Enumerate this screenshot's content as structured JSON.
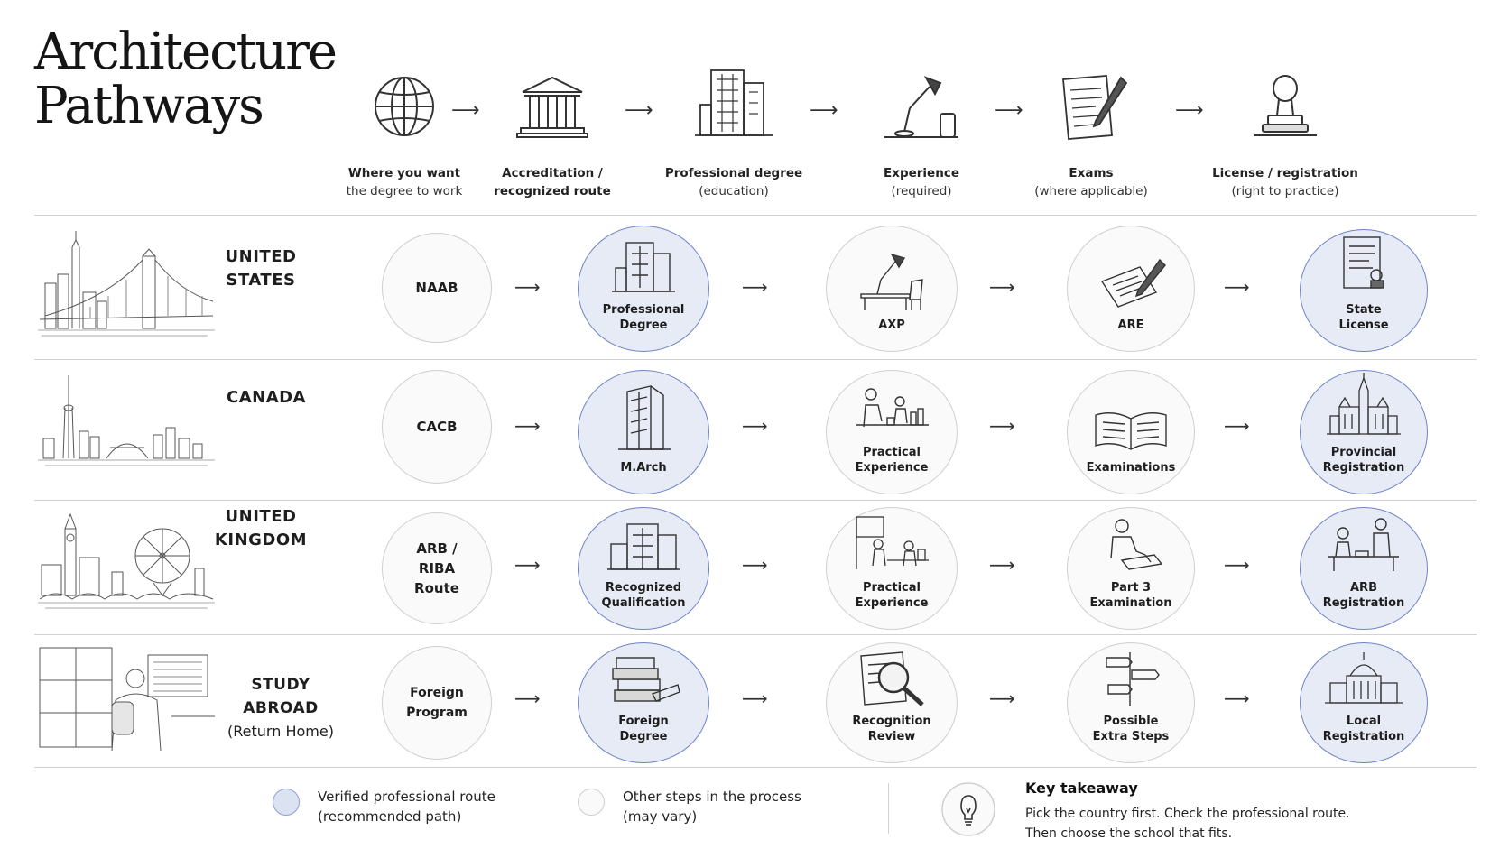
{
  "title": {
    "line1": "Architecture",
    "line2": "Pathways"
  },
  "steps": [
    {
      "icon": "globe-icon",
      "line1": "Where you want",
      "line2": "the degree to work"
    },
    {
      "icon": "classical-building-icon",
      "line1": "Accreditation /",
      "line2": "recognized route"
    },
    {
      "icon": "office-building-icon",
      "line1": "Professional degree",
      "line2": "(education)"
    },
    {
      "icon": "desk-lamp-icon",
      "line1": "Experience",
      "line2": "(required)"
    },
    {
      "icon": "exam-paper-pencil-icon",
      "line1": "Exams",
      "line2": "(where applicable)"
    },
    {
      "icon": "stamp-icon",
      "line1": "License / registration",
      "line2": "(right to practice)"
    }
  ],
  "rows": [
    {
      "country": "UNITED\nSTATES",
      "country_line1": "UNITED",
      "country_line2": "STATES",
      "art": "skyline-bridge-sketch",
      "nodes": [
        {
          "label": "NAAB",
          "verified": false
        },
        {
          "label": "Professional\nDegree",
          "l1": "Professional",
          "l2": "Degree",
          "verified": true,
          "icon": "office-building-icon"
        },
        {
          "label": "AXP",
          "l1": "AXP",
          "l2": "",
          "verified": false,
          "icon": "desk-lamp-icon"
        },
        {
          "label": "ARE",
          "l1": "ARE",
          "l2": "",
          "verified": false,
          "icon": "exam-paper-pencil-icon"
        },
        {
          "label": "State\nLicense",
          "l1": "State",
          "l2": "License",
          "verified": true,
          "icon": "certificate-stamp-icon"
        }
      ]
    },
    {
      "country_line1": "CANADA",
      "country_line2": "",
      "art": "toronto-skyline-sketch",
      "nodes": [
        {
          "label": "CACB",
          "verified": false
        },
        {
          "l1": "M.Arch",
          "l2": "",
          "verified": true,
          "icon": "office-building-icon"
        },
        {
          "l1": "Practical",
          "l2": "Experience",
          "verified": false,
          "icon": "people-working-icon"
        },
        {
          "l1": "Examinations",
          "l2": "",
          "verified": false,
          "icon": "open-book-icon"
        },
        {
          "l1": "Provincial",
          "l2": "Registration",
          "verified": true,
          "icon": "parliament-building-icon"
        }
      ]
    },
    {
      "country_line1": "UNITED",
      "country_line2": "KINGDOM",
      "art": "london-skyline-sketch",
      "nodes": [
        {
          "label": "ARB /\nRIBA\nRoute",
          "t1": "ARB /",
          "t2": "RIBA",
          "t3": "Route",
          "verified": false
        },
        {
          "l1": "Recognized",
          "l2": "Qualification",
          "verified": true,
          "icon": "office-building-icon"
        },
        {
          "l1": "Practical",
          "l2": "Experience",
          "verified": false,
          "icon": "people-working-icon"
        },
        {
          "l1": "Part 3",
          "l2": "Examination",
          "verified": false,
          "icon": "person-writing-icon"
        },
        {
          "l1": "ARB",
          "l2": "Registration",
          "verified": true,
          "icon": "meeting-icon"
        }
      ]
    },
    {
      "country_line1": "STUDY ABROAD",
      "country_line2": "(Return Home)",
      "art": "traveler-airport-sketch",
      "nodes": [
        {
          "t1": "Foreign",
          "t2": "Program",
          "verified": false
        },
        {
          "l1": "Foreign",
          "l2": "Degree",
          "verified": true,
          "icon": "book-stack-icon"
        },
        {
          "l1": "Recognition",
          "l2": "Review",
          "verified": false,
          "icon": "magnifier-document-icon"
        },
        {
          "l1": "Possible",
          "l2": "Extra Steps",
          "verified": false,
          "icon": "signpost-icon"
        },
        {
          "l1": "Local",
          "l2": "Registration",
          "verified": true,
          "icon": "domed-building-icon"
        }
      ]
    }
  ],
  "legend": {
    "verified_l1": "Verified professional route",
    "verified_l2": "(recommended path)",
    "other_l1": "Other steps in the process",
    "other_l2": "(may vary)"
  },
  "takeaway": {
    "icon": "light-bulb-icon",
    "title": "Key takeaway",
    "line1": "Pick the country first. Check the professional route.",
    "line2": "Then choose the school that fits."
  },
  "colors": {
    "verified_fill": "#e6ebf6",
    "verified_stroke": "#6e83c8",
    "plain_fill": "#fafafa",
    "plain_stroke": "#cfcfcf"
  }
}
